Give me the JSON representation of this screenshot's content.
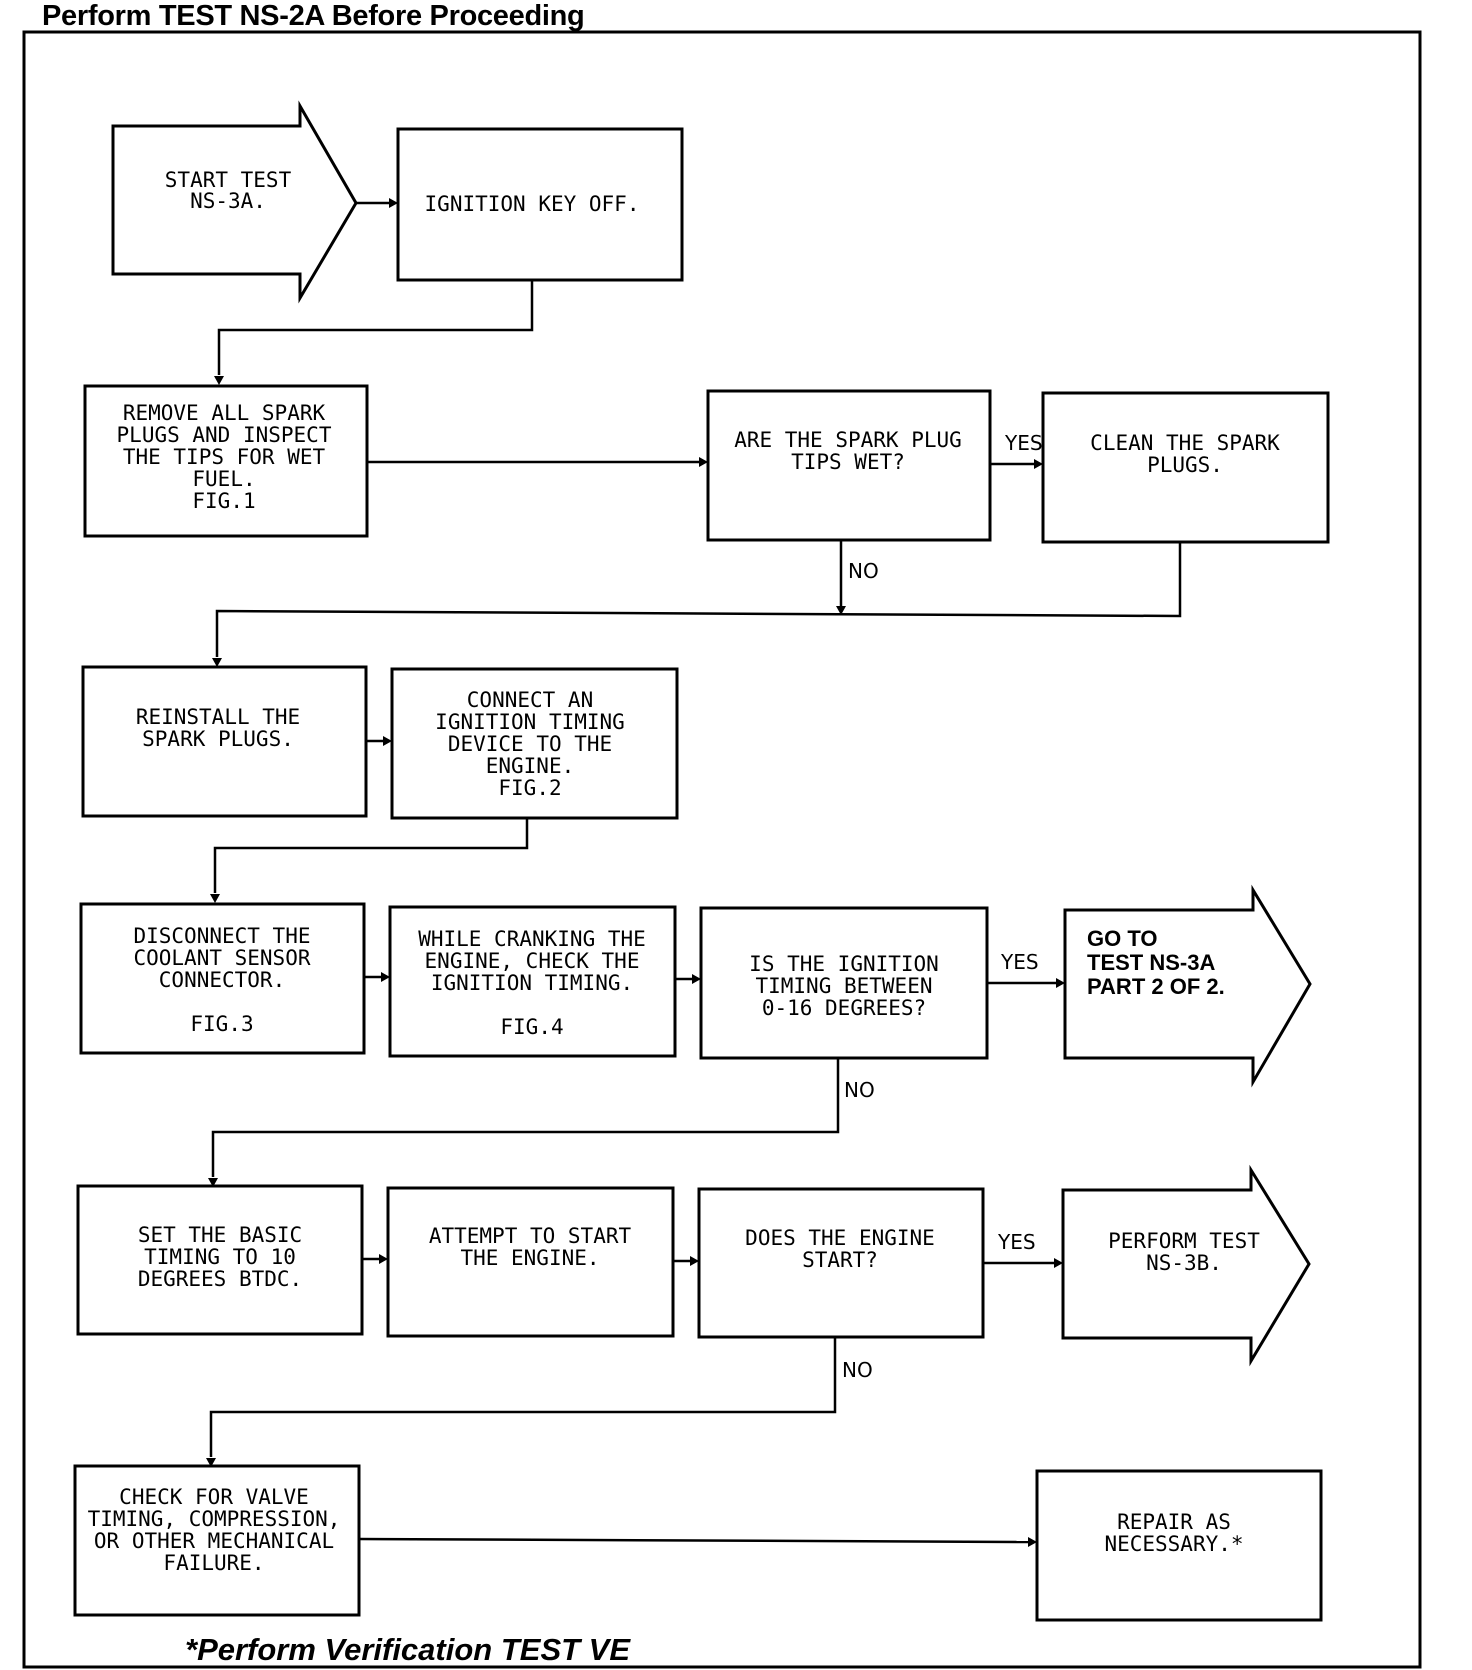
{
  "header": "Perform TEST NS-2A Before Proceeding",
  "footer": "*Perform Verification TEST VE",
  "nodes": {
    "start": [
      "START TEST",
      "NS-3A."
    ],
    "ignition_off": [
      "IGNITION KEY OFF."
    ],
    "remove_plugs": [
      "REMOVE ALL SPARK",
      "PLUGS AND INSPECT",
      "THE TIPS FOR WET",
      "FUEL.",
      "FIG.1"
    ],
    "tips_wet": [
      "ARE THE SPARK PLUG",
      "TIPS WET?"
    ],
    "clean_plugs": [
      "CLEAN THE SPARK",
      "PLUGS."
    ],
    "reinstall": [
      "REINSTALL THE",
      "SPARK PLUGS."
    ],
    "connect_timing": [
      "CONNECT AN",
      "IGNITION TIMING",
      "DEVICE TO THE",
      "ENGINE.",
      "FIG.2"
    ],
    "disconnect_sensor": [
      "DISCONNECT THE",
      "COOLANT SENSOR",
      "CONNECTOR.",
      "",
      "FIG.3"
    ],
    "check_timing": [
      "WHILE CRANKING THE",
      "ENGINE, CHECK THE",
      "IGNITION TIMING.",
      "",
      "FIG.4"
    ],
    "timing_between": [
      "IS THE IGNITION",
      "TIMING BETWEEN",
      "0-16 DEGREES?"
    ],
    "goto_part2": [
      "GO TO",
      "TEST NS-3A",
      "PART 2 OF 2."
    ],
    "set_timing": [
      "SET THE BASIC",
      "TIMING TO 10",
      "DEGREES BTDC."
    ],
    "attempt_start": [
      "ATTEMPT TO START",
      "THE ENGINE."
    ],
    "engine_start": [
      "DOES THE ENGINE",
      "START?"
    ],
    "perform_3b": [
      "PERFORM TEST",
      "NS-3B."
    ],
    "check_valve": [
      "CHECK FOR VALVE",
      "TIMING, COMPRESSION,",
      "OR OTHER MECHANICAL",
      "FAILURE."
    ],
    "repair": [
      "REPAIR AS",
      "NECESSARY.*"
    ]
  },
  "edge_labels": {
    "yes": "YES",
    "no": "NO"
  }
}
